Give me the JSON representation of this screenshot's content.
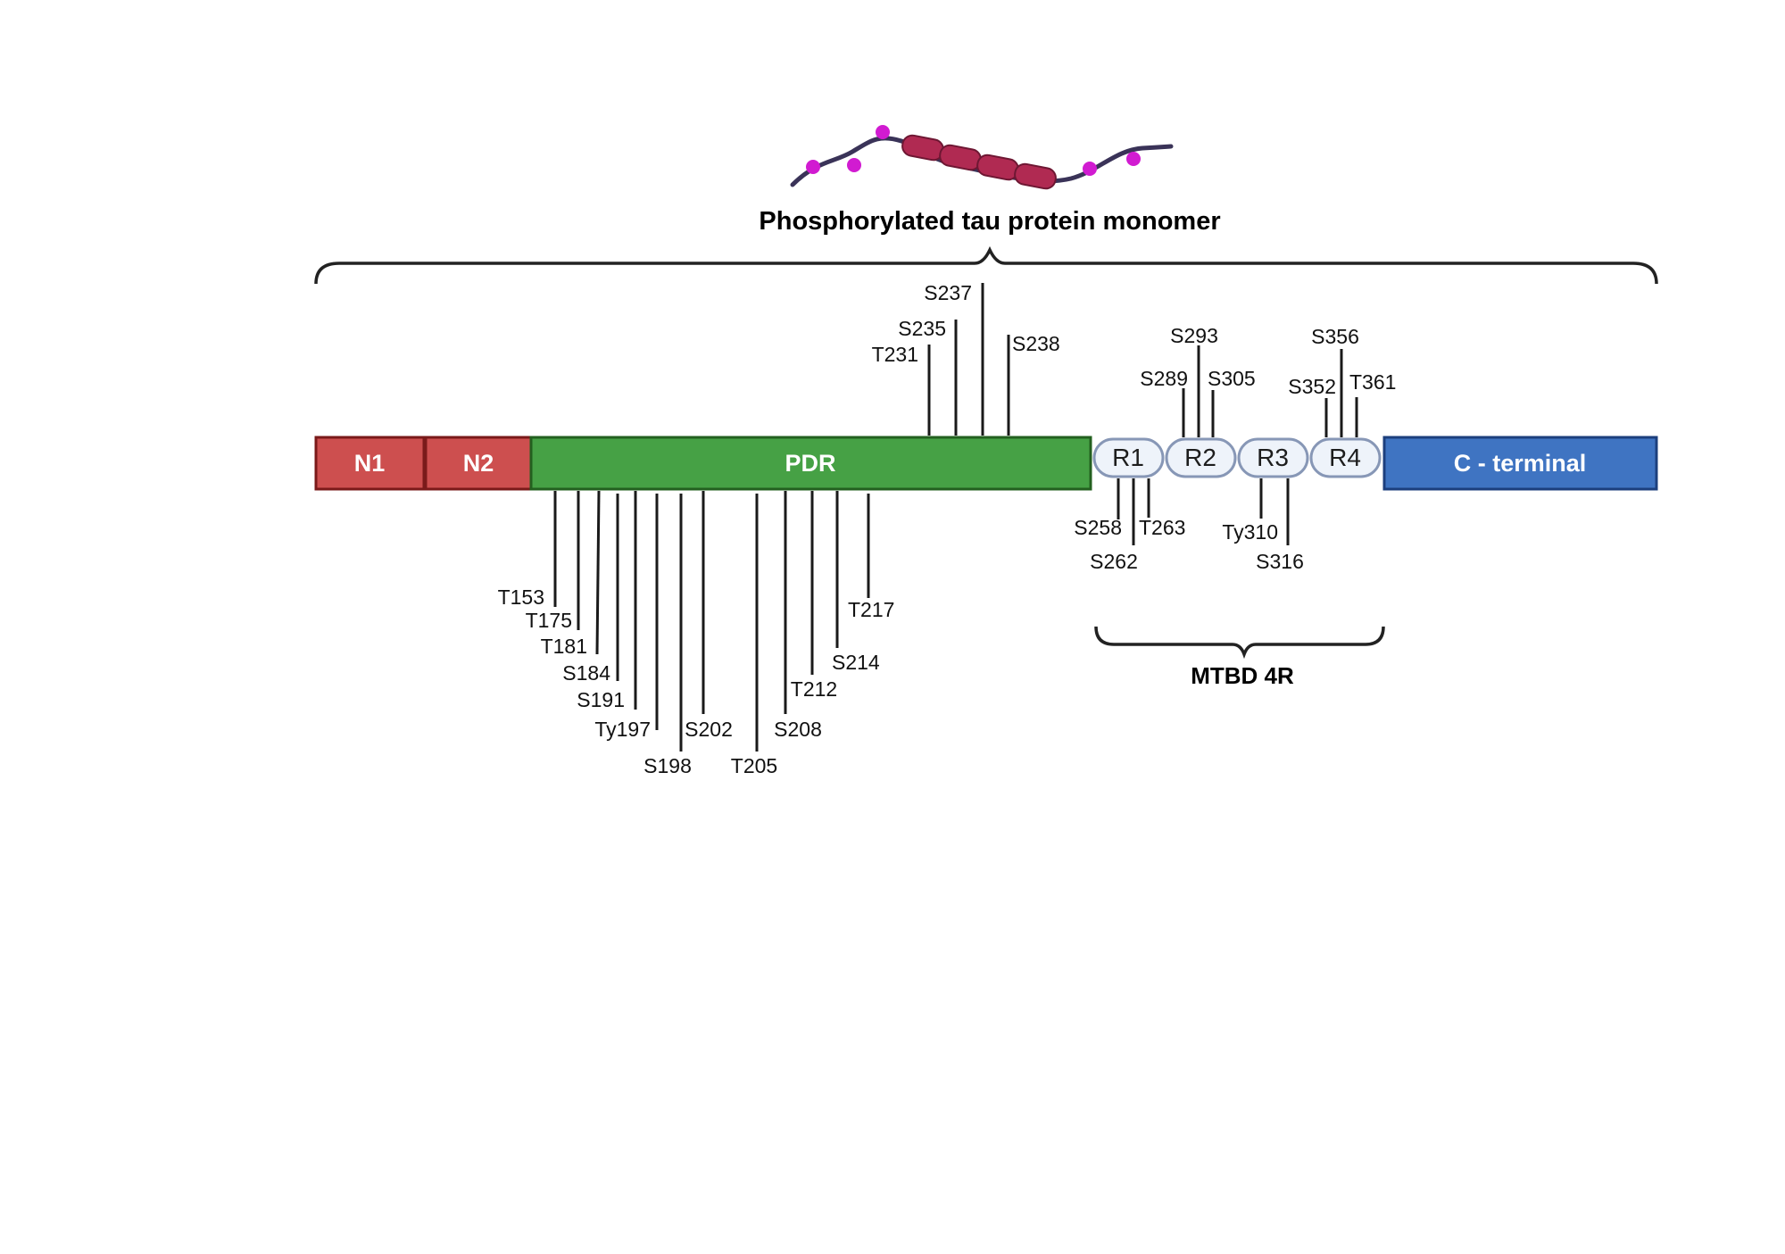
{
  "title": "Phosphorylated tau protein monomer",
  "mtbd_label": "MTBD 4R",
  "colors": {
    "n_domain": "#cd4f4f",
    "n_domain_border": "#7a1a1a",
    "pdr": "#46a145",
    "pdr_border": "#23601f",
    "repeat_fill": "#eef3fa",
    "repeat_border": "#8797b6",
    "c_terminal": "#3f74c2",
    "c_terminal_border": "#1c3f7d",
    "phospho_dot": "#d11bd1",
    "protein_strand": "#3a3358",
    "helix": "#b02a52"
  },
  "domains": {
    "n1": "N1",
    "n2": "N2",
    "pdr": "PDR",
    "r1": "R1",
    "r2": "R2",
    "r3": "R3",
    "r4": "R4",
    "c_terminal": "C - terminal"
  },
  "sites_above": [
    "T231",
    "S235",
    "S237",
    "S238",
    "S289",
    "S293",
    "S305",
    "S352",
    "S356",
    "T361"
  ],
  "sites_below": [
    "T153",
    "T175",
    "T181",
    "S184",
    "S191",
    "Ty197",
    "S198",
    "S202",
    "T205",
    "S208",
    "T212",
    "S214",
    "T217",
    "S258",
    "S262",
    "T263",
    "Ty310",
    "S316"
  ]
}
